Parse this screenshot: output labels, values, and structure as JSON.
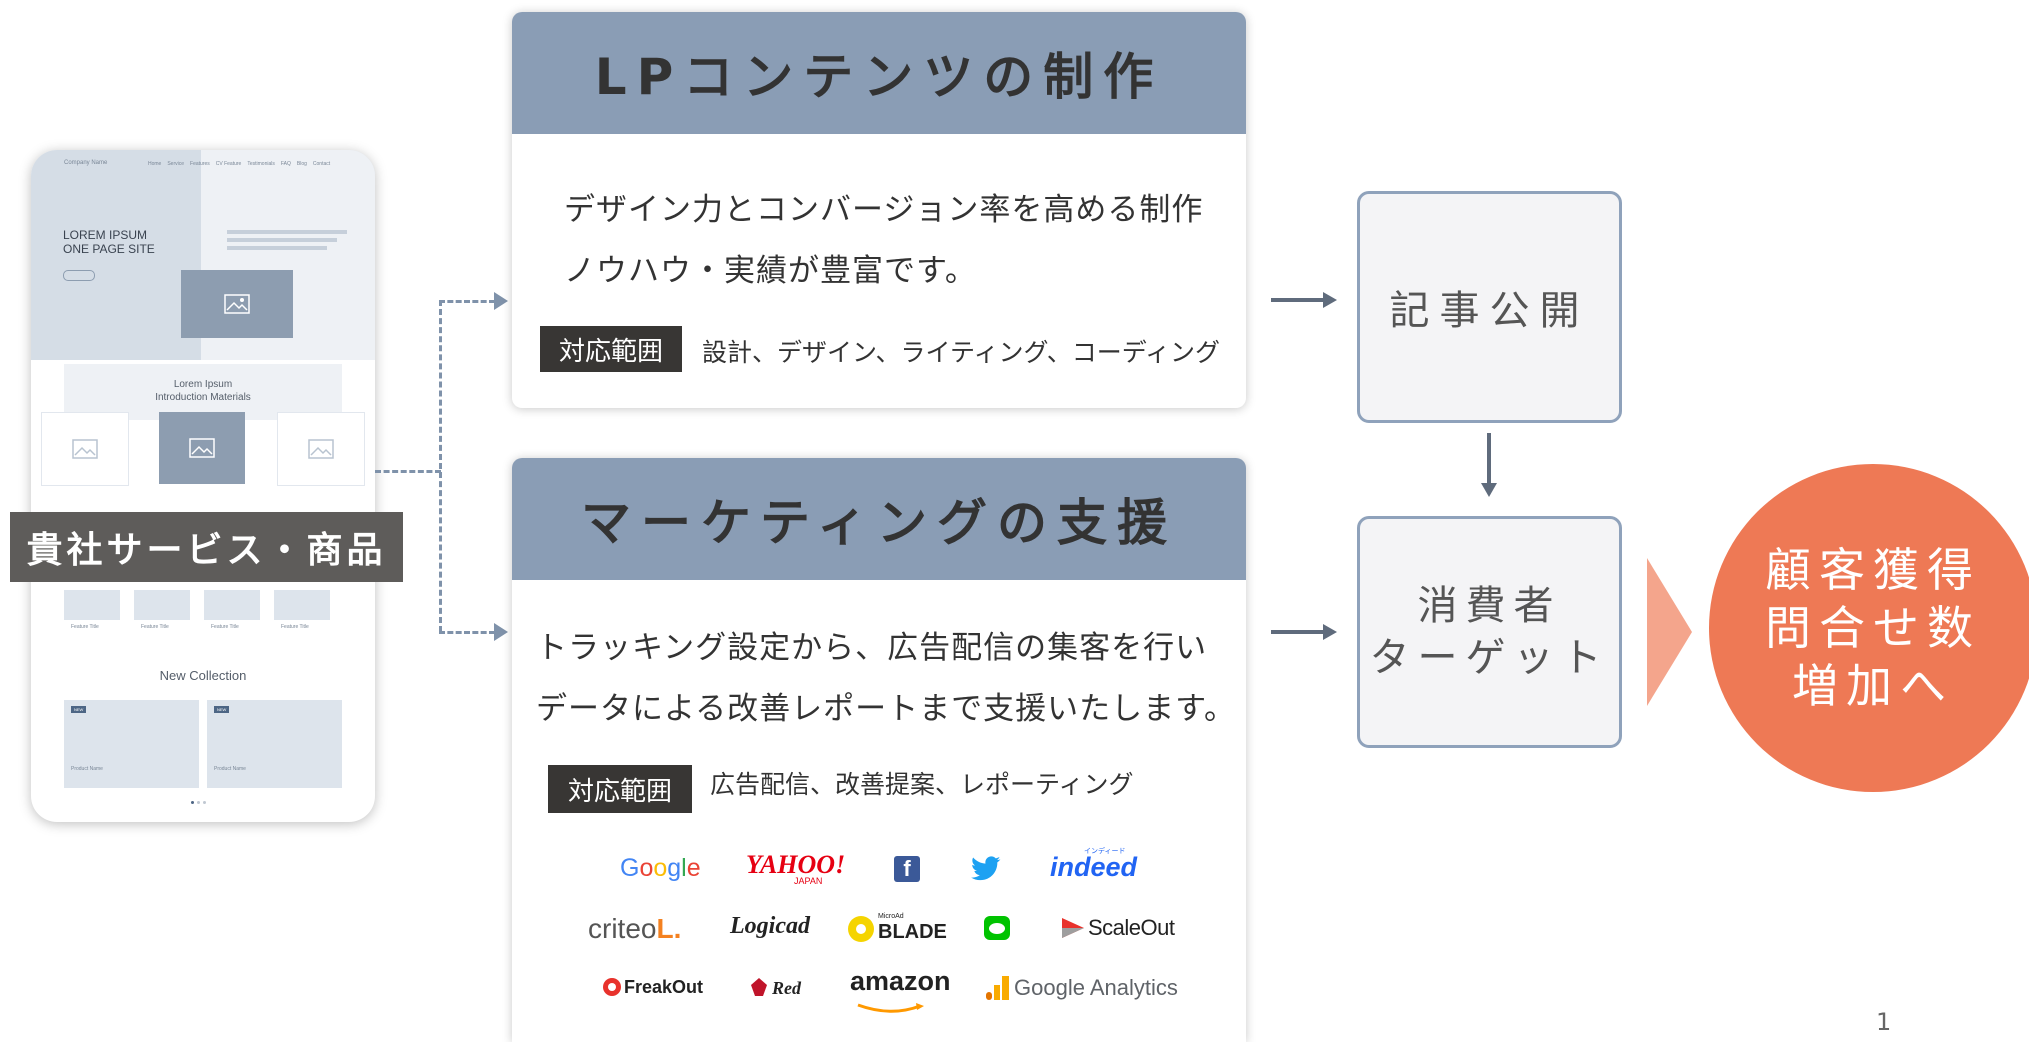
{
  "left": {
    "service_label": "貴社サービス・商品",
    "mockup": {
      "brand": "Company Name",
      "nav_items": [
        "Home",
        "Service",
        "Features",
        "CV Feature",
        "Testimonials",
        "FAQ",
        "Blog",
        "Contact"
      ],
      "hero_title": "LOREM IPSUM\nONE PAGE SITE",
      "intro_title": "Lorem Ipsum\nIntroduction Materials",
      "feature_title": "Feature Title",
      "collection_title": "New Collection",
      "badge": "NEW",
      "product_name": "Product Name"
    }
  },
  "panels": {
    "lp": {
      "title": "LPコンテンツの制作",
      "body_line1": "デザイン力とコンバージョン率を高める制作",
      "body_line2": "ノウハウ・実績が豊富です。",
      "scope_label": "対応範囲",
      "scope_text": "設計、デザイン、ライティング、コーディング"
    },
    "marketing": {
      "title": "マーケティングの支援",
      "body_line1": "トラッキング設定から、広告配信の集客を行い",
      "body_line2": "データによる改善レポートまで支援いたします。",
      "scope_label": "対応範囲",
      "scope_text": "広告配信、改善提案、レポーティング",
      "logos": {
        "google": "Google",
        "yahoo": "YAHOO!",
        "yahoo_sub": "JAPAN",
        "facebook": "f",
        "twitter": "twitter-icon",
        "indeed": "indeed",
        "indeed_sub": "インディード",
        "criteo": "criteo",
        "logicad": "Logicad",
        "blade_top": "MicroAd",
        "blade": "BLADE",
        "line": "LINE",
        "scaleout": "ScaleOut",
        "freakout": "FreakOut",
        "red": "Red",
        "amazon": "amazon",
        "google_analytics": "Google Analytics"
      }
    }
  },
  "flow": {
    "article_publish": "記事公開",
    "consumer_line1": "消費者",
    "consumer_line2": "ターゲット",
    "result_line1": "顧客獲得",
    "result_line2": "問合せ数",
    "result_line3": "増加へ"
  },
  "colors": {
    "panel_header": "#8a9db5",
    "accent_circle": "#ee7955",
    "chevron": "#f4a58c",
    "flow_border": "#8fa2bb",
    "scope_tag": "#383634"
  },
  "page_number": "1"
}
